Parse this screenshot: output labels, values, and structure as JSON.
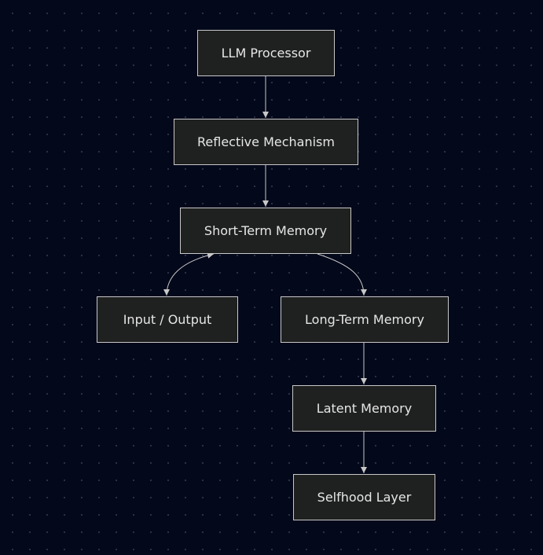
{
  "diagram": {
    "nodes": [
      {
        "id": "llm-processor",
        "label": "LLM Processor"
      },
      {
        "id": "reflective-mechanism",
        "label": "Reflective Mechanism"
      },
      {
        "id": "short-term-memory",
        "label": "Short-Term Memory"
      },
      {
        "id": "input-output",
        "label": "Input / Output"
      },
      {
        "id": "long-term-memory",
        "label": "Long-Term Memory"
      },
      {
        "id": "latent-memory",
        "label": "Latent Memory"
      },
      {
        "id": "selfhood-layer",
        "label": "Selfhood Layer"
      }
    ],
    "edges": [
      {
        "from": "llm-processor",
        "to": "reflective-mechanism",
        "direction": "forward"
      },
      {
        "from": "reflective-mechanism",
        "to": "short-term-memory",
        "direction": "forward"
      },
      {
        "from": "short-term-memory",
        "to": "input-output",
        "direction": "both"
      },
      {
        "from": "short-term-memory",
        "to": "long-term-memory",
        "direction": "forward"
      },
      {
        "from": "long-term-memory",
        "to": "latent-memory",
        "direction": "forward"
      },
      {
        "from": "latent-memory",
        "to": "selfhood-layer",
        "direction": "forward"
      }
    ]
  },
  "colors": {
    "background": "#03081a",
    "node_fill": "#1f2020",
    "node_border": "#c8c8c8",
    "text": "#e6e6e6",
    "edge": "#c8c8c8"
  }
}
